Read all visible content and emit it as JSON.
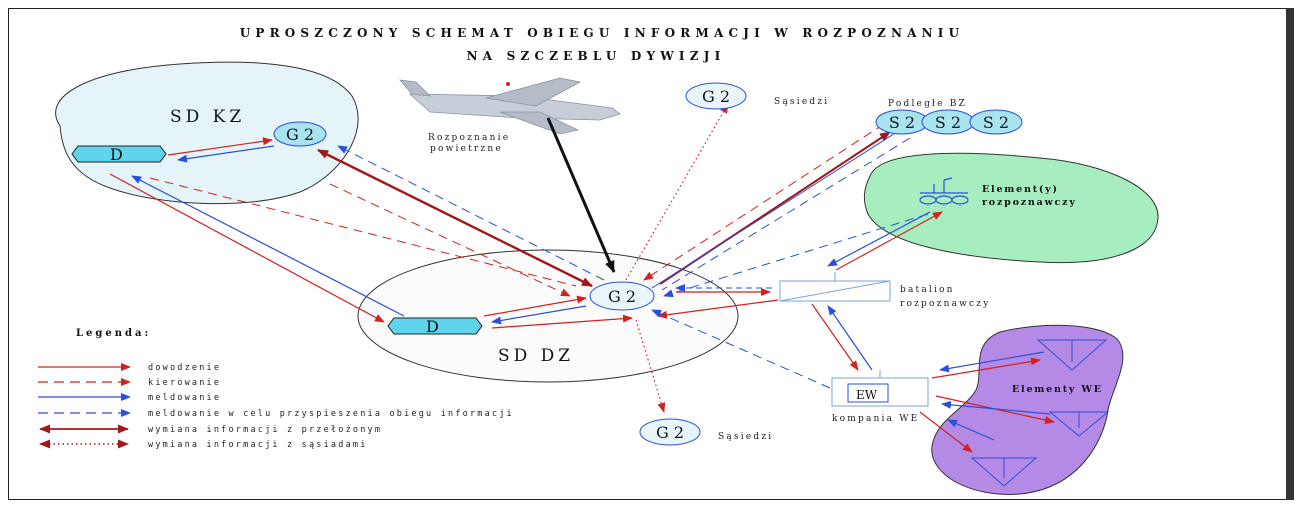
{
  "title": {
    "line1": "UPROSZCZONY SCHEMAT OBIEGU INFORMACJI W ROZPOZNANIU",
    "line2": "NA SZCZEBLU DYWIZJI"
  },
  "areas": {
    "sdkz": "SD KZ",
    "sddz": "SD DZ",
    "element_rozp_1": "Element(y)",
    "element_rozp_2": "rozpoznawczy",
    "elementy_we": "Elementy WE"
  },
  "nodes": {
    "d_kz": "D",
    "g2_kz": "G 2",
    "d_dz": "D",
    "g2_dz": "G 2",
    "g2_top": "G 2",
    "g2_bottom": "G 2",
    "s2_a": "S 2",
    "s2_b": "S 2",
    "s2_c": "S 2",
    "ew": "EW"
  },
  "labels": {
    "sasiedzi_top": "Sąsiedzi",
    "sasiedzi_bottom": "Sąsiedzi",
    "podlegle_bz": "Podległe BZ",
    "rozpoznanie_1": "Rozpoznanie",
    "rozpoznanie_2": "powietrzne",
    "batalion_1": "batalion",
    "batalion_2": "rozpoznawczy",
    "kompania": "kompania WE"
  },
  "legend": {
    "title": "Legenda:",
    "items": [
      {
        "label": "dowodzenie",
        "color": "#d42020",
        "style": "solid"
      },
      {
        "label": "kierowanie",
        "color": "#d42020",
        "style": "dashed"
      },
      {
        "label": "meldowanie",
        "color": "#2b4fd8",
        "style": "solid"
      },
      {
        "label": "meldowanie w celu przyspieszenia obiegu informacji",
        "color": "#2b4fd8",
        "style": "dashed"
      },
      {
        "label": "wymiana informacji z przełożonym",
        "color": "#a01818",
        "style": "double-solid"
      },
      {
        "label": "wymiana informacji z sąsiadami",
        "color": "#a01818",
        "style": "double-dotted"
      }
    ]
  },
  "colors": {
    "red": "#d42020",
    "blue": "#2b4fd8",
    "darkred": "#a01818",
    "node_fill": "#a8e4f0",
    "sdkz_fill": "#e4f4f8",
    "green_fill": "#a6eec0",
    "purple_fill": "#b48ae6"
  }
}
